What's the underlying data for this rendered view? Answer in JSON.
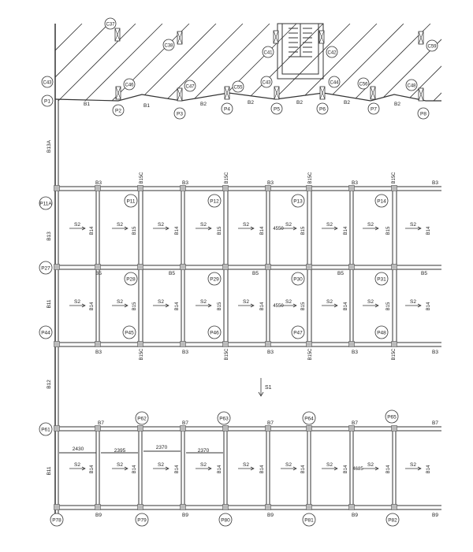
{
  "drawing": {
    "top_columns": [
      {
        "label": "C37"
      },
      {
        "label": "C38"
      },
      {
        "label": "C41"
      },
      {
        "label": "C42"
      },
      {
        "label": "C59"
      },
      {
        "label": "C43"
      },
      {
        "label": "C46"
      },
      {
        "label": "C47"
      },
      {
        "label": "C55"
      },
      {
        "label": "C43"
      },
      {
        "label": "C44"
      },
      {
        "label": "C56"
      },
      {
        "label": "C48"
      }
    ],
    "top_piers": [
      "P1",
      "P2",
      "P3",
      "P4",
      "P5",
      "P6",
      "P7",
      "P8"
    ],
    "top_beams": [
      "B1",
      "B1",
      "B2",
      "B2",
      "B2",
      "B2",
      "B2"
    ],
    "left_beams": [
      "B13A",
      "B13",
      "B11",
      "B12",
      "B11"
    ],
    "row_piers_left": [
      "P11A",
      "P27",
      "P44",
      "P61",
      "P78"
    ],
    "grid1_piers_top": [
      "P11",
      "P12",
      "P13",
      "P14"
    ],
    "grid1_piers_mid": [
      "P28",
      "P29",
      "P30",
      "P31"
    ],
    "grid1_piers_bot": [
      "P45",
      "P46",
      "P47",
      "P48"
    ],
    "grid2_piers_top": [
      "P62",
      "P63",
      "P64",
      "P65"
    ],
    "grid2_piers_bot": [
      "P79",
      "P80",
      "P81",
      "P82"
    ],
    "beam_B3": "B3",
    "beam_B5": "B5",
    "beam_B7": "B7",
    "beam_B9": "B9",
    "beam_B15C": "B15C",
    "slab_label": "S2",
    "stair_label": "S1",
    "grid1_vertical_beams": [
      "B14",
      "B15",
      "B14",
      "B15",
      "B14",
      "B15",
      "B14",
      "B15",
      "B14"
    ],
    "grid2_vertical_beams": [
      "B14",
      "B14",
      "B14",
      "B14",
      "B14",
      "B14",
      "B14",
      "B14",
      "B14"
    ],
    "grid1_row1_dim": "4550",
    "grid1_row2_dim": "4550",
    "grid2_dim": "4685",
    "bay_dims": [
      "2430",
      "2395",
      "2370",
      "2370"
    ]
  }
}
